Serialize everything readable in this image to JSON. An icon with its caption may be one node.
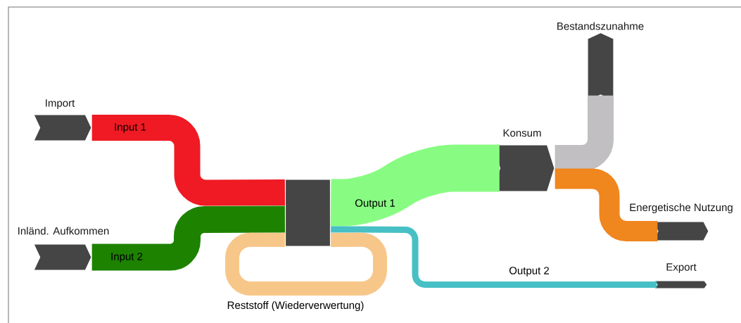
{
  "diagram": {
    "nodes": [
      {
        "text": [
          "Import"
        ]
      },
      {
        "text": [
          "Inländ. Aufkommen"
        ]
      },
      {
        "text": [],
        "shape": "box"
      },
      {
        "text": [
          "Konsum"
        ]
      },
      {
        "text": [
          "Bestandszunahme"
        ]
      },
      {
        "text": [
          "Energetische Nutzung"
        ]
      },
      {
        "text": [
          "Export"
        ]
      }
    ],
    "edges": [
      {
        "from": 0,
        "to": 2,
        "arrow": "none",
        "label": "Input 1",
        "color": "#ef1a23"
      },
      {
        "from": 1,
        "to": 2,
        "arrow": "none",
        "label": "Input 2",
        "color": "#1d8200"
      },
      {
        "from": 2,
        "to": 3,
        "arrow": "none",
        "label": "Output 1",
        "style": "thick",
        "color": "#88fc82"
      },
      {
        "from": 2,
        "to": 6,
        "arrow": "none",
        "label": "Output 2",
        "color": "#47c0c5"
      },
      {
        "from": 2,
        "to": 2,
        "arrow": "none",
        "label": "Reststoff (Wiederverwertung)",
        "color": "#f7c78a"
      },
      {
        "from": 3,
        "to": 4,
        "arrow": "none",
        "color": "#c1bfc2"
      },
      {
        "from": 3,
        "to": 5,
        "arrow": "none",
        "color": "#f0861e"
      }
    ]
  }
}
